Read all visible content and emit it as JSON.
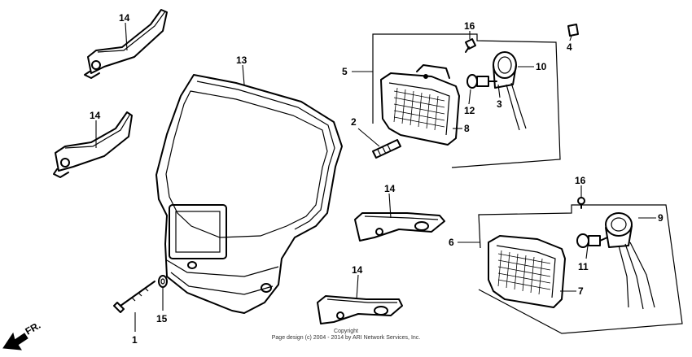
{
  "callouts": [
    {
      "id": "c1",
      "text": "1"
    },
    {
      "id": "c2",
      "text": "2"
    },
    {
      "id": "c3",
      "text": "3"
    },
    {
      "id": "c4",
      "text": "4"
    },
    {
      "id": "c5",
      "text": "5"
    },
    {
      "id": "c6",
      "text": "6"
    },
    {
      "id": "c7",
      "text": "7"
    },
    {
      "id": "c8",
      "text": "8"
    },
    {
      "id": "c9",
      "text": "9"
    },
    {
      "id": "c10",
      "text": "10"
    },
    {
      "id": "c11",
      "text": "11"
    },
    {
      "id": "c12",
      "text": "12"
    },
    {
      "id": "c13",
      "text": "13"
    },
    {
      "id": "c14a",
      "text": "14"
    },
    {
      "id": "c14b",
      "text": "14"
    },
    {
      "id": "c14c",
      "text": "14"
    },
    {
      "id": "c14d",
      "text": "14"
    },
    {
      "id": "c15",
      "text": "15"
    },
    {
      "id": "c16a",
      "text": "16"
    },
    {
      "id": "c16b",
      "text": "16"
    }
  ],
  "direction_label": "FR.",
  "copyright": {
    "line1": "Copyright",
    "line2": "Page design (c) 2004 - 2014 by ARI Network Services, Inc."
  }
}
